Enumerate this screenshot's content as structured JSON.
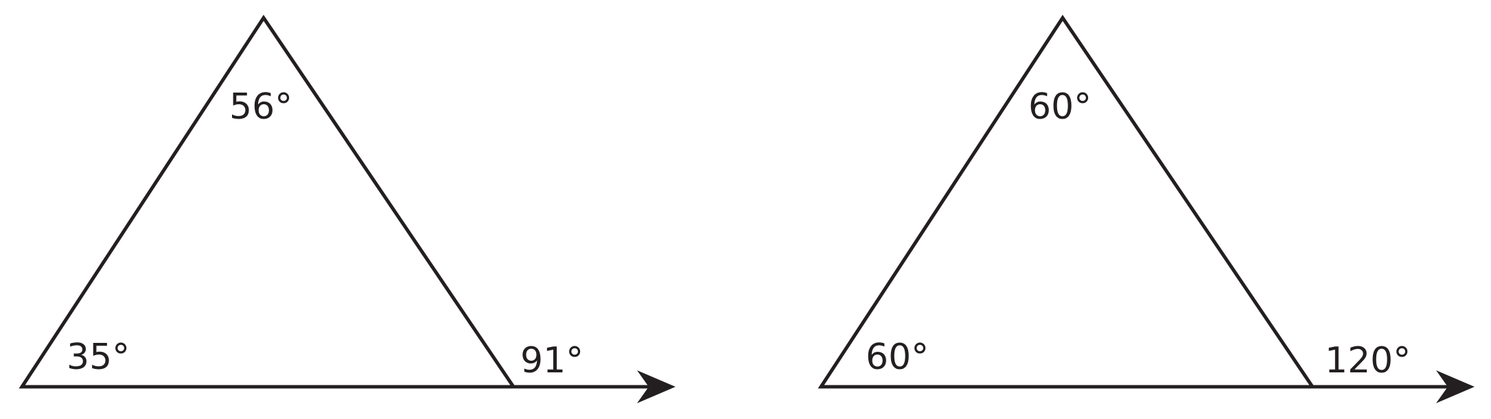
{
  "figures": [
    {
      "id": "left",
      "angles": {
        "top": "56°",
        "bottom_left": "35°",
        "exterior": "91°"
      }
    },
    {
      "id": "right",
      "angles": {
        "top": "60°",
        "bottom_left": "60°",
        "exterior": "120°"
      }
    }
  ],
  "colors": {
    "stroke": "#231f20",
    "background": "#ffffff"
  }
}
